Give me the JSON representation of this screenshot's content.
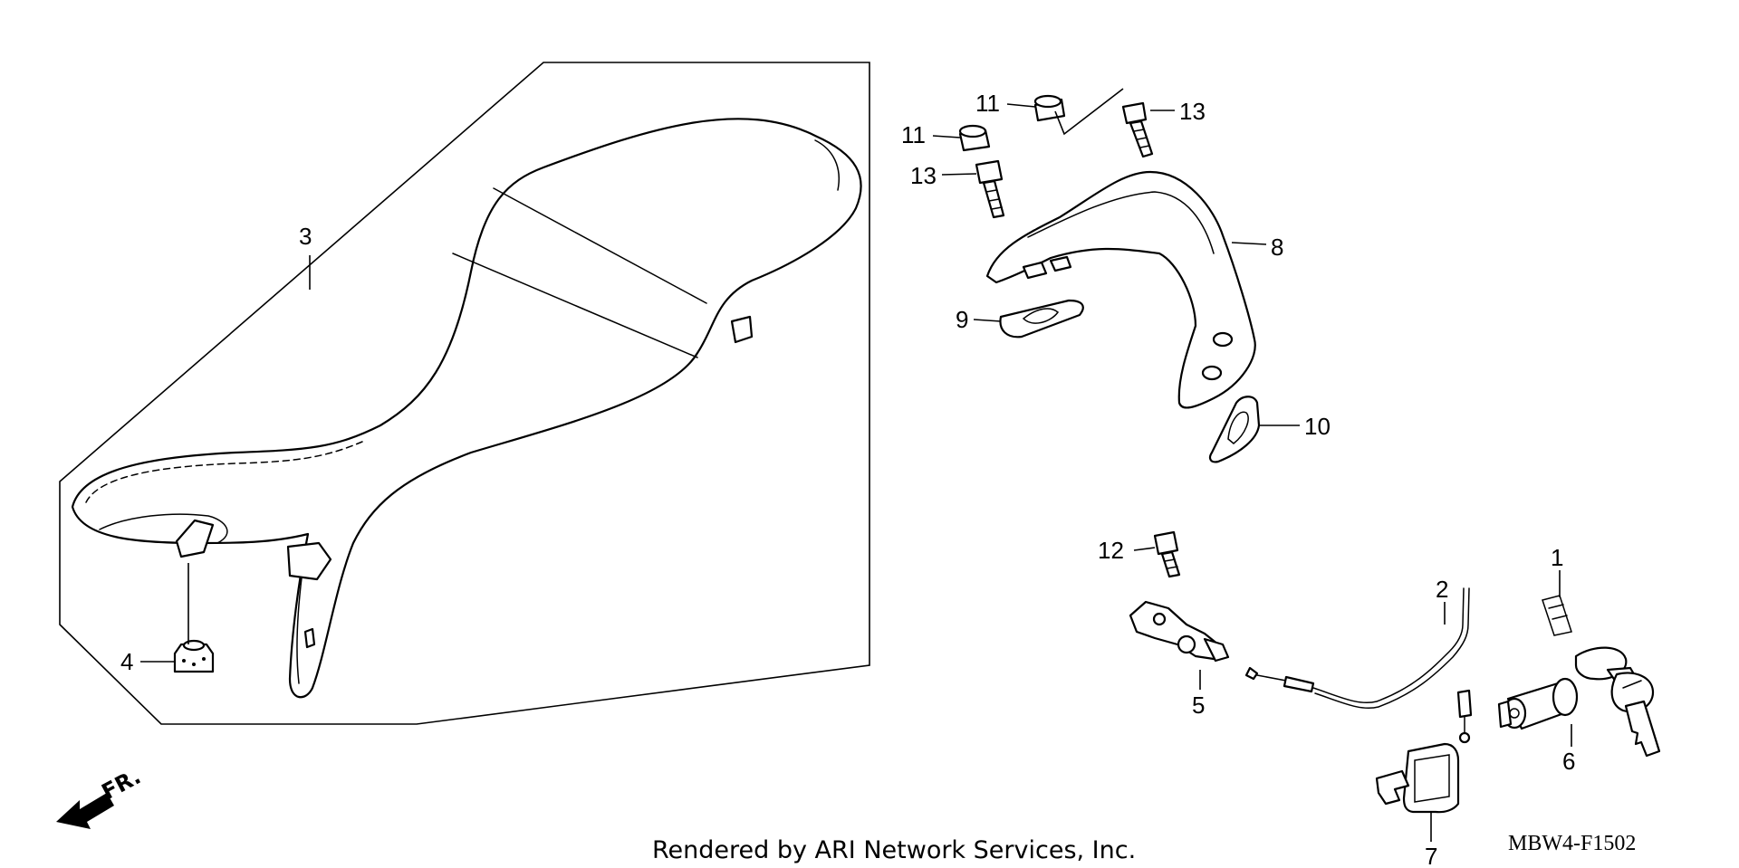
{
  "diagram": {
    "callouts": {
      "c1": "1",
      "c2": "2",
      "c3": "3",
      "c4": "4",
      "c5": "5",
      "c6": "6",
      "c7": "7",
      "c8": "8",
      "c9": "9",
      "c10": "10",
      "c11a": "11",
      "c11b": "11",
      "c12": "12",
      "c13a": "13",
      "c13b": "13"
    },
    "direction_label": "FR.",
    "footer": "Rendered by ARI Network Services, Inc.",
    "drawing_id": "MBW4-F1502"
  }
}
